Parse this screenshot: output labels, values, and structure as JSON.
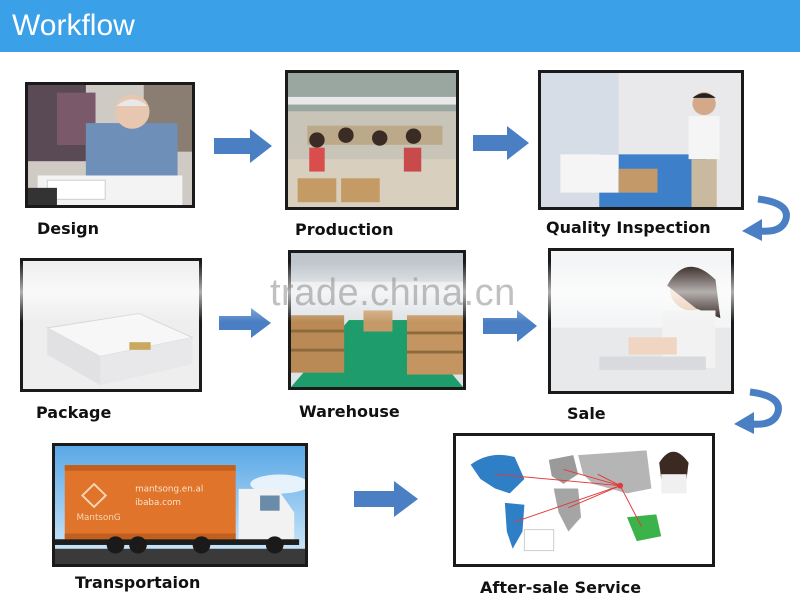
{
  "header": {
    "title": "Workflow",
    "color": "#3aa0e8"
  },
  "steps": [
    {
      "label": "Design"
    },
    {
      "label": "Production"
    },
    {
      "label": "Quality Inspection"
    },
    {
      "label": "Package"
    },
    {
      "label": "Warehouse"
    },
    {
      "label": "Sale"
    },
    {
      "label": "Transportaion"
    },
    {
      "label": "After-sale Service"
    }
  ],
  "truck": {
    "brand_line1": "mantsong.en.al",
    "brand_line2": "ibaba.com",
    "logo_text": "MantsonG"
  },
  "watermark": "trade.china.cn",
  "arrow_color": "#4a7fc4"
}
